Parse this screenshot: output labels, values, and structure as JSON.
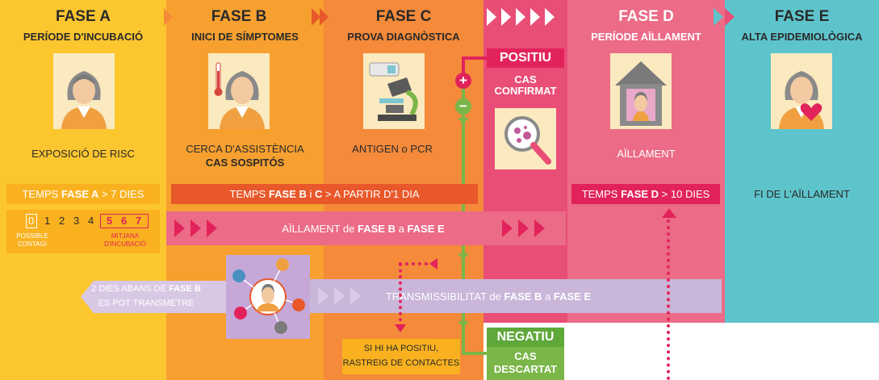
{
  "colors": {
    "fase_a": "#fcc62f",
    "fase_b": "#f7a030",
    "fase_c": "#f48a3a",
    "pink": "#e94e77",
    "fase_d": "#ec6b86",
    "fase_e": "#5ec4cc",
    "orange_band": "#e8582a",
    "green": "#7ab648",
    "lilac": "#c9b6d9"
  },
  "phases": {
    "a": {
      "title": "FASE A",
      "subtitle": "PERÍODE D'INCUBACIÓ",
      "caption": "EXPOSICIÓ DE RISC",
      "icon": "person-icon"
    },
    "b": {
      "title": "FASE B",
      "subtitle": "INICI DE SÍMPTOMES",
      "caption_line1": "CERCA D'ASSISTÈNCIA",
      "caption_line2": "CAS SOSPITÓS",
      "icon": "person-thermometer-icon"
    },
    "c": {
      "title": "FASE C",
      "subtitle": "PROVA DIAGNÒSTICA",
      "caption": "ANTIGEN o PCR",
      "icon": "microscope-icon"
    },
    "d": {
      "title": "FASE D",
      "subtitle": "PERÍODE AÏLLAMENT",
      "caption": "AÏLLAMENT",
      "icon": "house-person-icon"
    },
    "e": {
      "title": "FASE E",
      "subtitle": "ALTA EPIDEMIOLÒGICA",
      "caption": "FI DE L'AÏLLAMENT",
      "icon": "person-heart-icon"
    }
  },
  "result": {
    "positive_label": "POSITIU",
    "positive_caption_line1": "CAS",
    "positive_caption_line2": "CONFIRMAT",
    "negative_label": "NEGATIU",
    "negative_caption_line1": "CAS",
    "negative_caption_line2": "DESCARTAT",
    "plus": "+",
    "minus": "−"
  },
  "bands": {
    "a": {
      "pre": "TEMPS ",
      "bold": "FASE A",
      "post": " > 7 DIES"
    },
    "bc": {
      "pre": "TEMPS ",
      "bold1": "FASE B",
      "mid": " i ",
      "bold2": "C",
      "post": " > A PARTIR D'1 DIA"
    },
    "d": {
      "pre": "TEMPS ",
      "bold": "FASE D",
      "post": " > 10 DIES"
    }
  },
  "incubation": {
    "days": [
      "0",
      "1",
      "2",
      "3",
      "4",
      "5",
      "6",
      "7"
    ],
    "possible_contagi_line1": "POSSIBLE",
    "possible_contagi_line2": "CONTAGI",
    "mitjana_line1": "MITJANA",
    "mitjana_line2": "D'INCUBACIÓ"
  },
  "isolation": {
    "pre": "AÏLLAMENT de ",
    "bold1": "FASE B",
    "mid": " a ",
    "bold2": "FASE E"
  },
  "transmission": {
    "before_pre": "2 DIES ABANS DE ",
    "before_bold": "FASE B",
    "before_line2": "ES POT TRANSMETRE",
    "pre": "TRANSMISSIBILITAT de ",
    "bold1": "FASE B",
    "mid": " a ",
    "bold2": "FASE E"
  },
  "tracing": {
    "line1": "SI HI HA POSITIU,",
    "line2": "RASTREIG DE CONTACTES"
  }
}
